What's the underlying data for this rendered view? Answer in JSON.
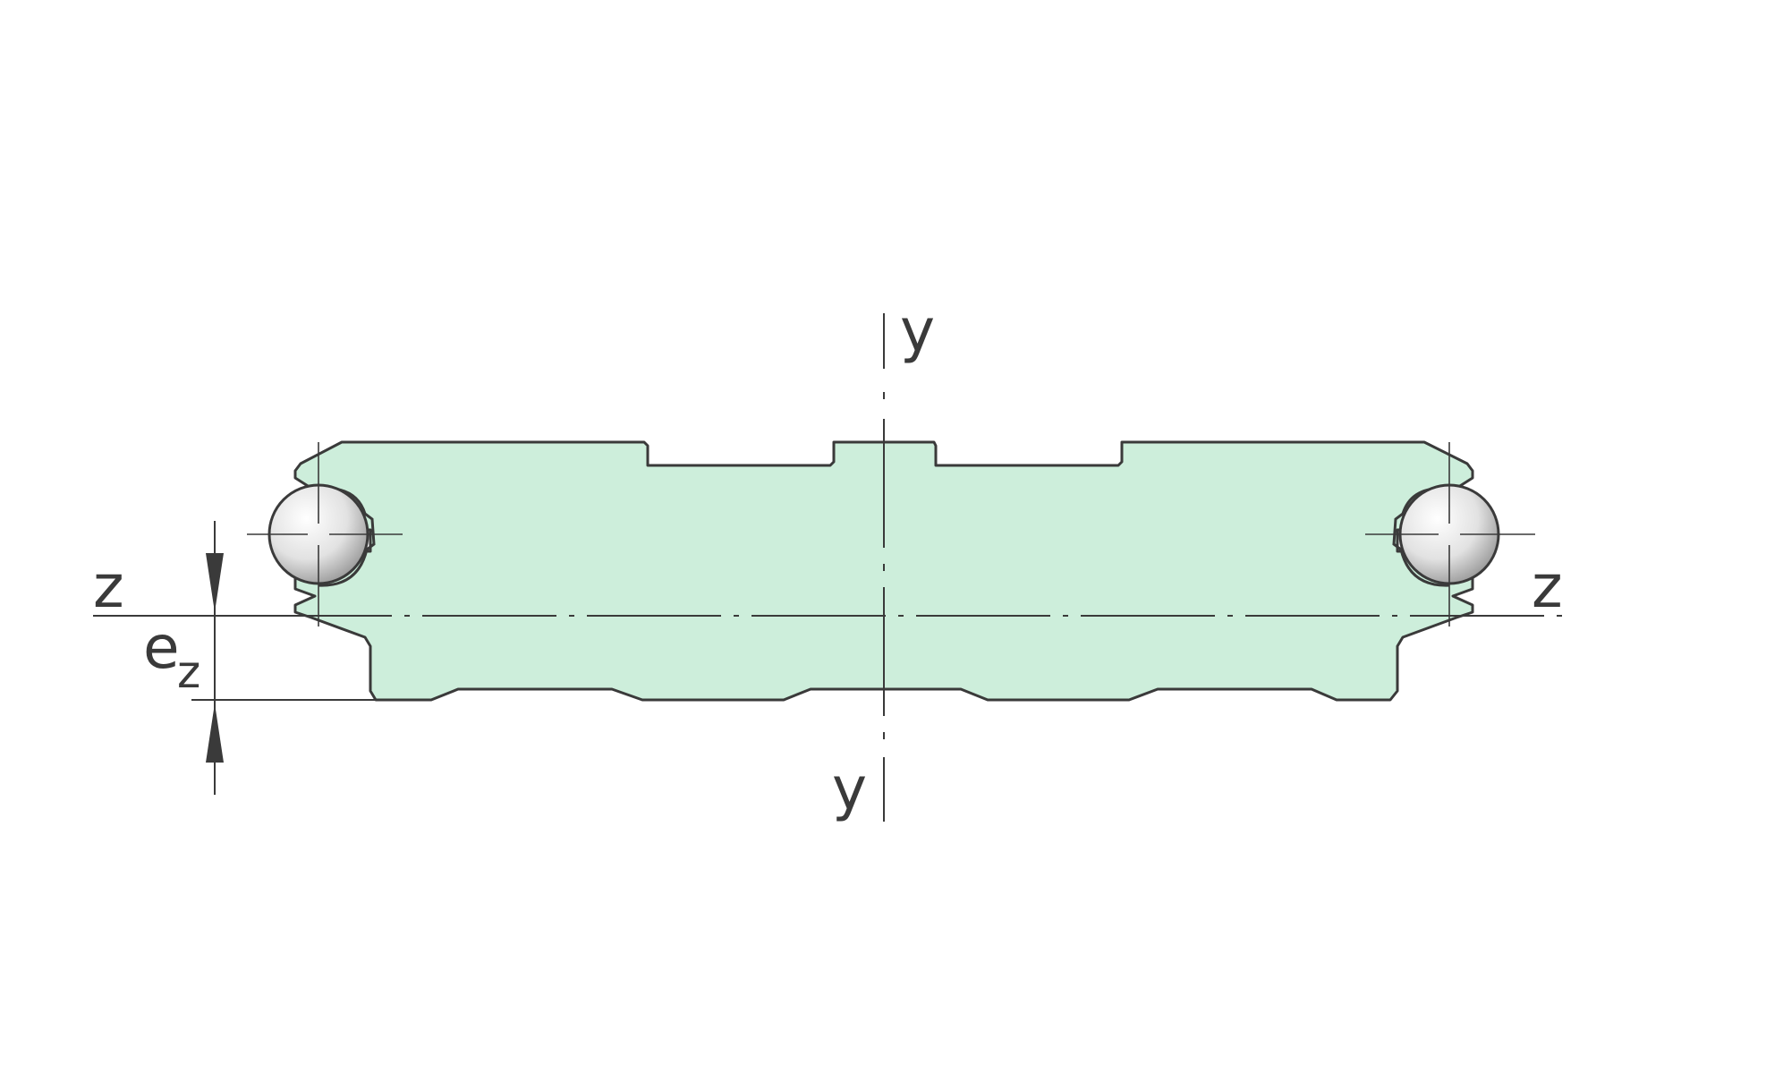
{
  "diagram": {
    "labels": {
      "y_top": "y",
      "y_bottom": "y",
      "z_left": "z",
      "z_right": "z",
      "ez_main": "e",
      "ez_sub": "z"
    },
    "colors": {
      "profile_fill": "#cdeedb",
      "outline": "#3a3a3a",
      "ball_highlight": "#ffffff",
      "ball_shadow": "#8e8e8e",
      "background": "#ffffff"
    }
  }
}
